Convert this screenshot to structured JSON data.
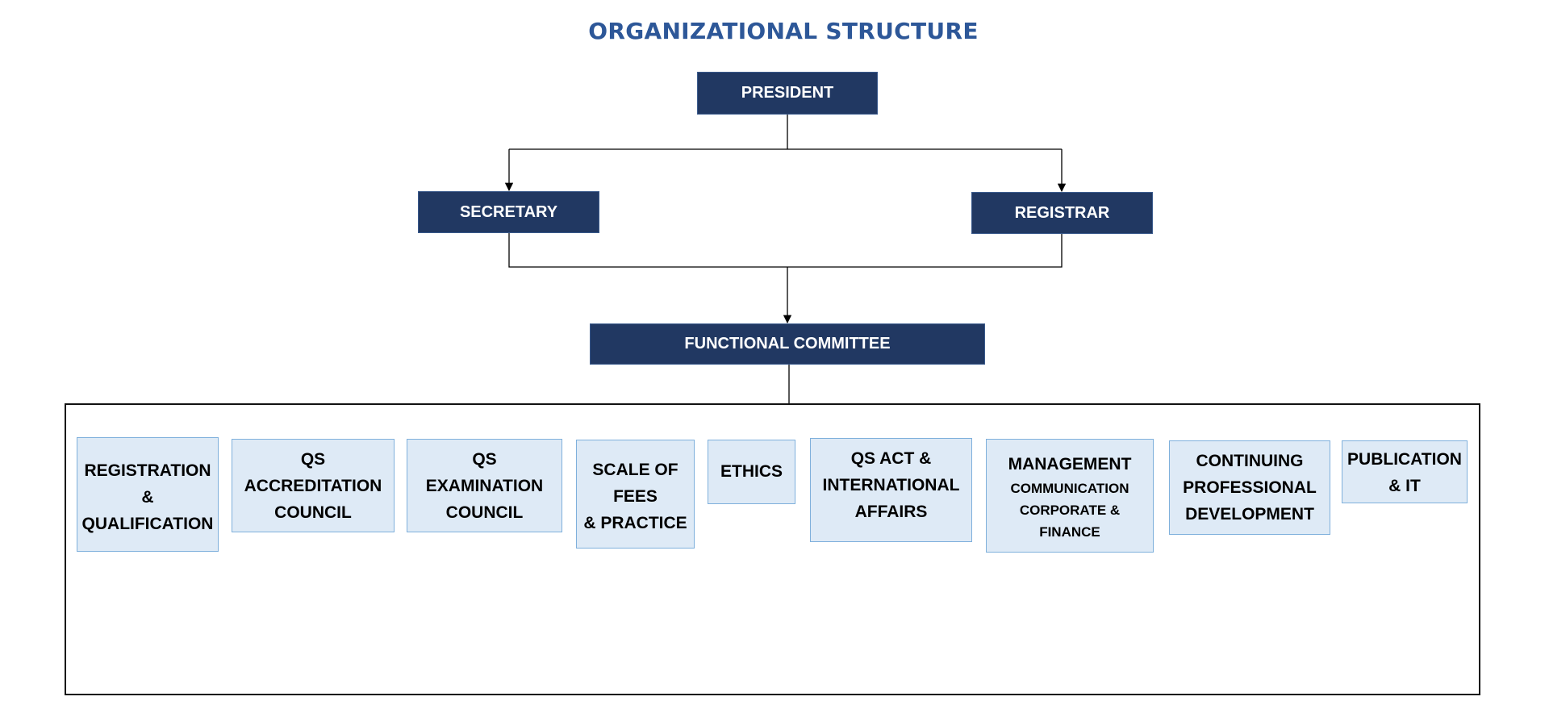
{
  "title": "ORGANIZATIONAL STRUCTURE",
  "nodes": {
    "president": "PRESIDENT",
    "secretary": "SECRETARY",
    "registrar": "REGISTRAR",
    "functional_committee": "FUNCTIONAL COMMITTEE"
  },
  "committees": [
    {
      "lines": [
        "REGISTRATION",
        "&",
        "QUALIFICATION"
      ]
    },
    {
      "lines": [
        "QS",
        "ACCREDITATION",
        "COUNCIL"
      ]
    },
    {
      "lines": [
        "QS",
        "EXAMINATION",
        "COUNCIL"
      ]
    },
    {
      "lines": [
        "SCALE OF",
        "FEES",
        "& PRACTICE"
      ]
    },
    {
      "lines": [
        "ETHICS"
      ]
    },
    {
      "lines": [
        "QS ACT &",
        "INTERNATIONAL",
        "AFFAIRS"
      ]
    },
    {
      "lines": [
        "MANAGEMENT"
      ],
      "sub_lines": [
        "COMMUNICATION",
        "CORPORATE &",
        "FINANCE"
      ]
    },
    {
      "lines": [
        "CONTINUING",
        "PROFESSIONAL",
        "DEVELOPMENT"
      ]
    },
    {
      "lines": [
        "PUBLICATION",
        "& IT"
      ]
    }
  ],
  "colors": {
    "title": "#2d5798",
    "node_fill": "#213862",
    "committee_fill": "#deeaf6",
    "committee_border": "#7fb0dc"
  }
}
